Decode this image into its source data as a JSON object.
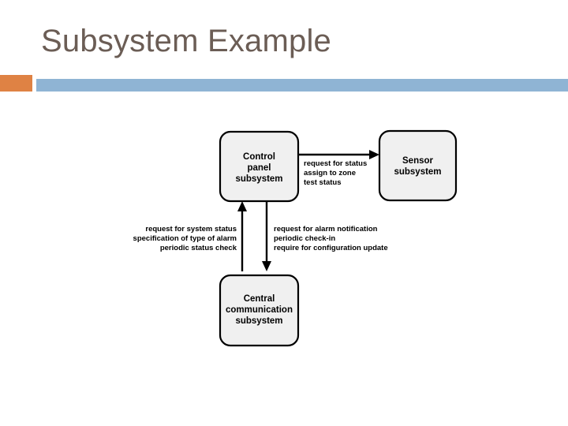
{
  "slide": {
    "title": "Subsystem Example",
    "title_color": "#6b5d55",
    "accent_color": "#df8244",
    "rule_color": "#8fb4d4",
    "background_color": "#ffffff"
  },
  "diagram": {
    "type": "block-diagram",
    "node_fill": "#f0f0f0",
    "node_stroke": "#000000",
    "nodes": [
      {
        "id": "control-panel",
        "lines": [
          "Control",
          "panel",
          "subsystem"
        ]
      },
      {
        "id": "sensor",
        "lines": [
          "Sensor",
          "subsystem"
        ]
      },
      {
        "id": "central-communication",
        "lines": [
          "Central",
          "communication",
          "subsystem"
        ]
      }
    ],
    "edges": [
      {
        "id": "control-panel-to-sensor",
        "from": "control-panel",
        "to": "sensor",
        "direction": "right",
        "align": "left",
        "lines": [
          "request for status",
          "assign to zone",
          "test status"
        ]
      },
      {
        "id": "central-communication-to-control-panel",
        "from": "central-communication",
        "to": "control-panel",
        "direction": "up",
        "align": "right",
        "lines": [
          "request for system status",
          "specification of type of alarm",
          "periodic status check"
        ]
      },
      {
        "id": "control-panel-to-central-communication",
        "from": "control-panel",
        "to": "central-communication",
        "direction": "down",
        "align": "left",
        "lines": [
          "request for alarm notification",
          "periodic check-in",
          "require for configuration update"
        ]
      }
    ]
  }
}
